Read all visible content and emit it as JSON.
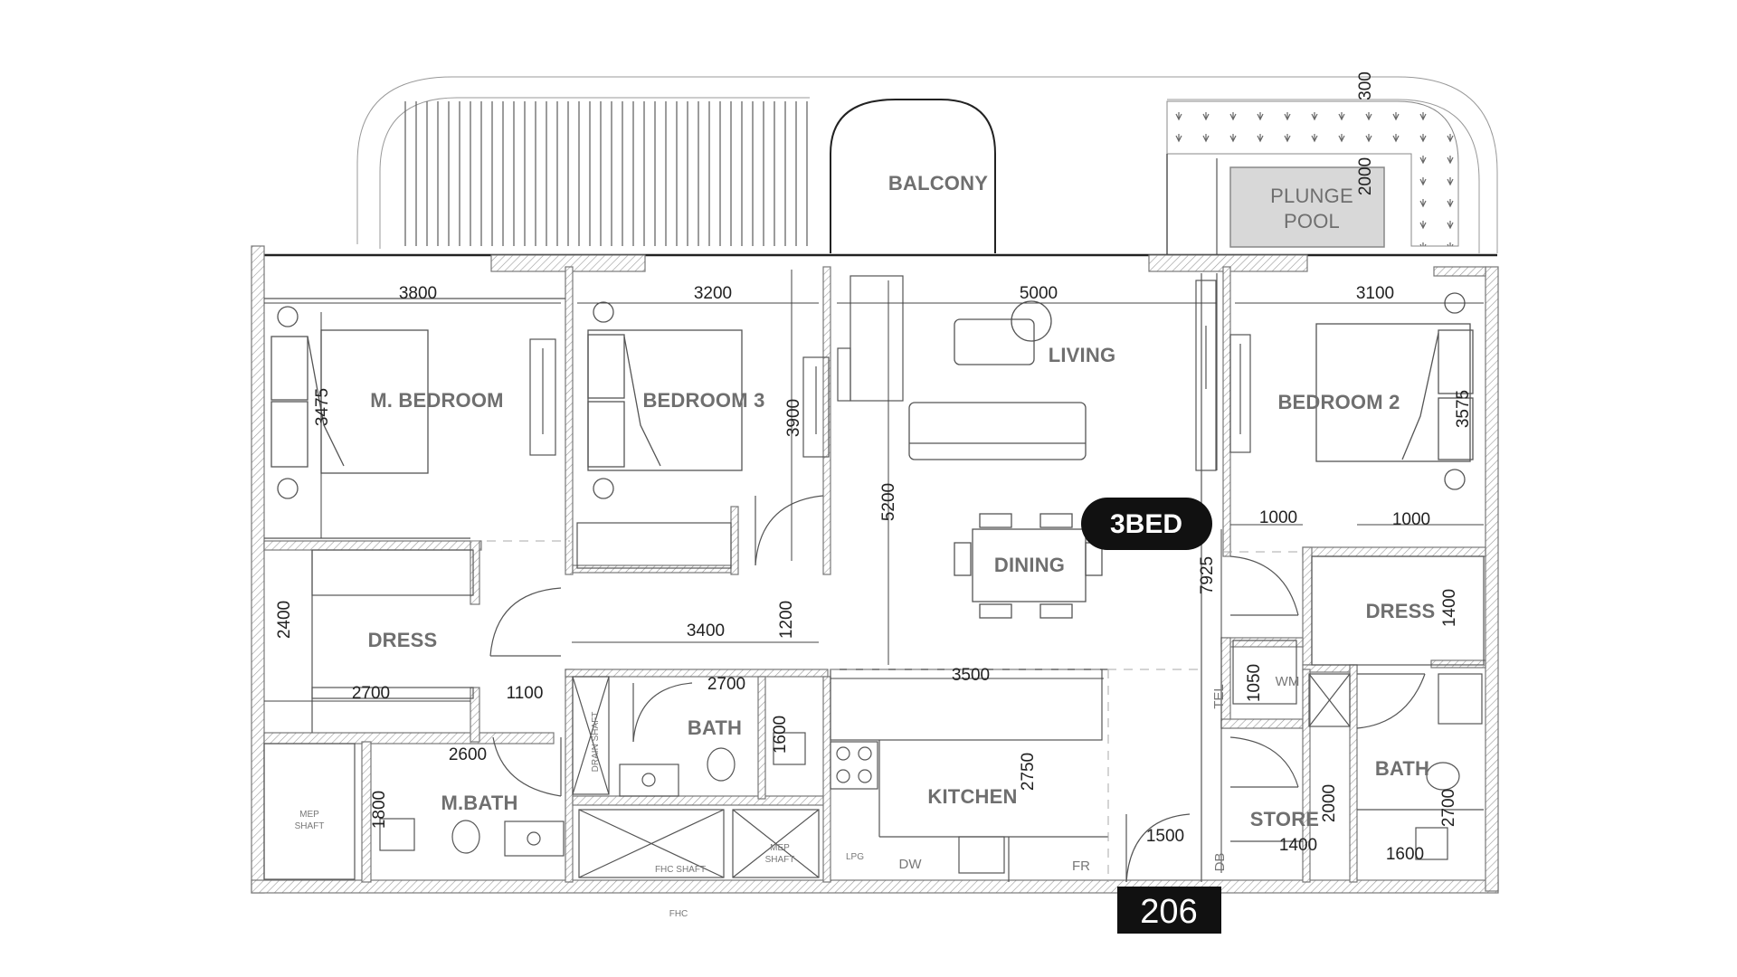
{
  "rooms": {
    "balcony": "BALCONY",
    "plunge_pool": [
      "PLUNGE",
      "POOL"
    ],
    "living": "LIVING",
    "m_bedroom": "M. BEDROOM",
    "bedroom3": "BEDROOM 3",
    "bedroom2": "BEDROOM 2",
    "dining": "DINING",
    "dress_left": "DRESS",
    "dress_right": "DRESS",
    "bath_center": "BATH",
    "bath_right": "BATH",
    "m_bath": "M.BATH",
    "kitchen": "KITCHEN",
    "store": "STORE"
  },
  "badges": {
    "type": "3BED",
    "unit": "206"
  },
  "small_labels": {
    "mep_shaft": [
      "MEP",
      "SHAFT"
    ],
    "mep_shaft2": [
      "MEP",
      "SHAFT"
    ],
    "fhc_shaft": "FHC SHAFT",
    "fhc": "FHC",
    "drain_shaft": "DRAIN SHAFT",
    "lpg": "LPG",
    "dw": "DW",
    "fr": "FR",
    "wm": "WM",
    "tel": "TEL",
    "db": "DB"
  },
  "dimensions": {
    "d300": "300",
    "d2000_pool": "2000",
    "d3800": "3800",
    "d3200": "3200",
    "d5000": "5000",
    "d3100": "3100",
    "d3475": "3475",
    "d3900": "3900",
    "d3575": "3575",
    "d5200": "5200",
    "d1000a": "1000",
    "d1000b": "1000",
    "d7925": "7925",
    "d2400": "2400",
    "d3400": "3400",
    "d1200": "1200",
    "d1400a": "1400",
    "d2700a": "2700",
    "d1100": "1100",
    "d2700b": "2700",
    "d3500": "3500",
    "d1050": "1050",
    "d1600a": "1600",
    "d2600": "2600",
    "d2750": "2750",
    "d1800": "1800",
    "d1500": "1500",
    "d2000b": "2000",
    "d1400b": "1400",
    "d2700c": "2700",
    "d1600b": "1600"
  }
}
